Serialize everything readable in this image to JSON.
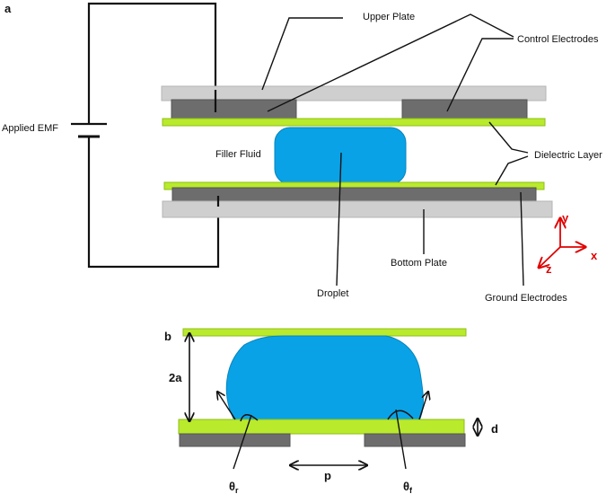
{
  "panel_a": {
    "panel_letter": "a",
    "labels": {
      "upper_plate": "Upper Plate",
      "control_electrodes": "Control Electrodes",
      "applied_emf": "Applied EMF",
      "filler_fluid": "Filler Fluid",
      "dielectric_layer": "Dielectric Layer",
      "bottom_plate": "Bottom Plate",
      "droplet": "Droplet",
      "ground_electrodes": "Ground Electrodes"
    },
    "axes": {
      "y": "y",
      "x": "x",
      "z": "z"
    }
  },
  "panel_b": {
    "panel_letter": "b",
    "labels": {
      "gap_height": "2a",
      "dielectric_thickness": "d",
      "electrode_pitch": "p",
      "receding_angle": "θ",
      "receding_subscript": "r",
      "advancing_angle": "θ",
      "advancing_subscript": "f"
    }
  },
  "colors": {
    "plate": "#cfcfcf",
    "electrode": "#6d6d6d",
    "dielectric": "#b9ea2c",
    "droplet": "#0aa2e6",
    "axis": "#e00000"
  }
}
